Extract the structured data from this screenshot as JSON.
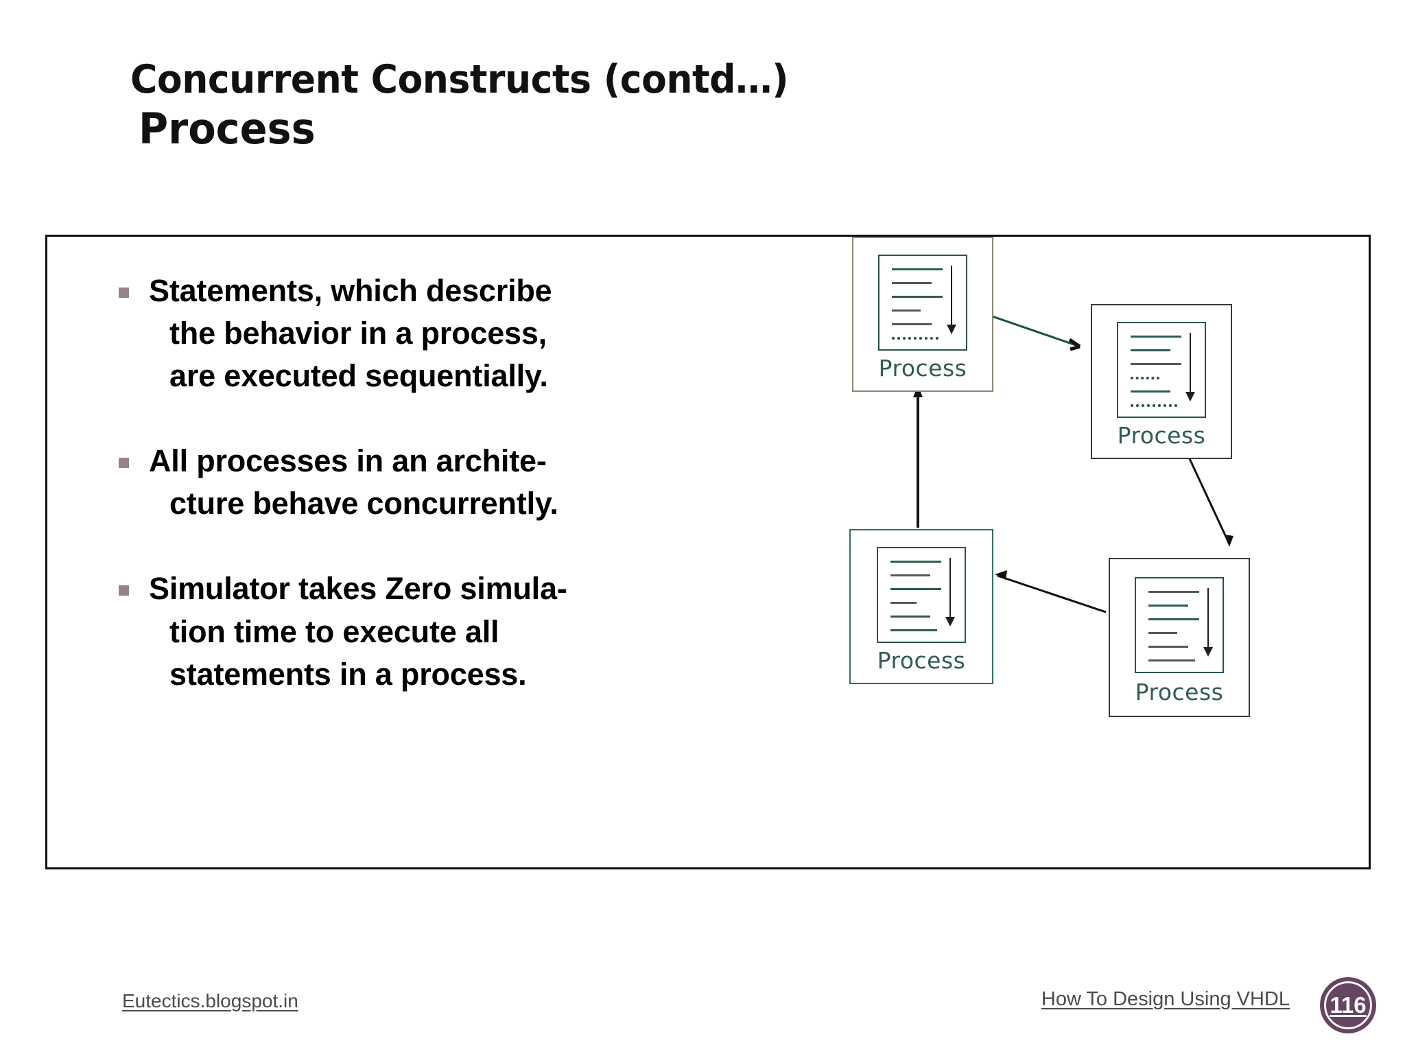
{
  "slide": {
    "title_line1": "Concurrent Constructs (contd…)",
    "title_line2": "Process"
  },
  "bullets": [
    {
      "marker": "square-bullet",
      "line1": "Statements, which describe",
      "line2": "the behavior in a process,",
      "line3": "are executed sequentially."
    },
    {
      "marker": "square-bullet",
      "line1": "All processes in an archite-",
      "line2": "cture  behave concurrently.",
      "line3": ""
    },
    {
      "marker": "square-bullet",
      "line1": "Simulator takes Zero simula-",
      "line2": "tion time to execute all",
      "line3": "statements in a process."
    }
  ],
  "diagram": {
    "type": "process-network",
    "nodes": [
      {
        "id": "process-1",
        "label": "Process",
        "position": "top-left"
      },
      {
        "id": "process-2",
        "label": "Process",
        "position": "top-right"
      },
      {
        "id": "process-3",
        "label": "Process",
        "position": "bottom-left"
      },
      {
        "id": "process-4",
        "label": "Process",
        "position": "bottom-right"
      }
    ],
    "edges": [
      {
        "from": "process-1",
        "to": "process-2"
      },
      {
        "from": "process-2",
        "to": "process-4"
      },
      {
        "from": "process-4",
        "to": "process-3"
      },
      {
        "from": "process-3",
        "to": "process-1"
      }
    ]
  },
  "footer": {
    "left_link": "Eutectics.blogspot.in",
    "right_link": "How To Design Using VHDL",
    "page_number": "116"
  },
  "colors": {
    "bullet_marker": "#96818f",
    "page_badge": "#654561",
    "process_label": "#315b55",
    "frame_border": "#0d0d0d",
    "footer_text": "#4b4b4b"
  }
}
